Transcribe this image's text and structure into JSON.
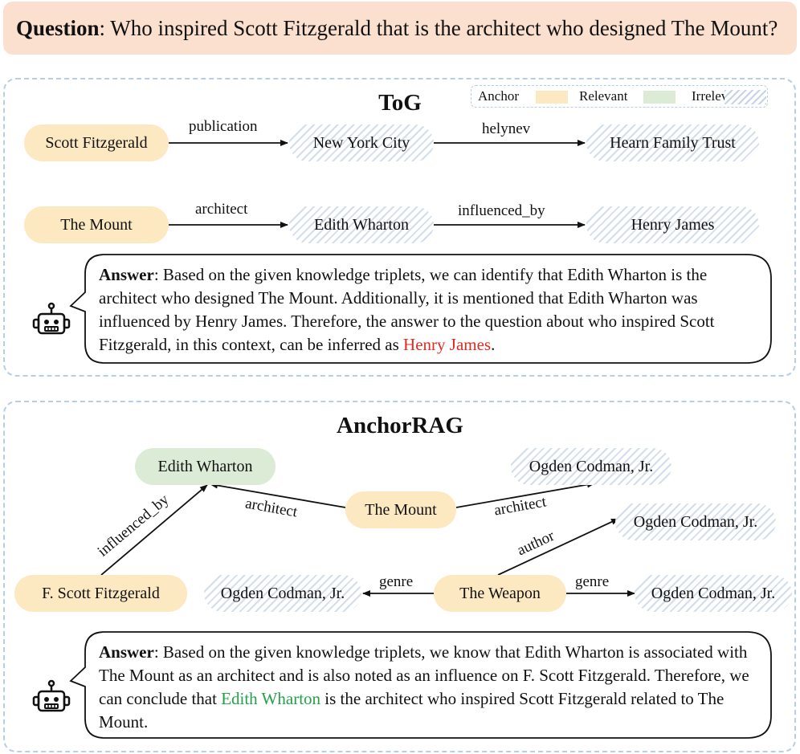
{
  "question": {
    "label": "Question",
    "text": ": Who inspired Scott Fitzgerald that is the architect who designed The Mount?"
  },
  "legend": {
    "anchor": "Anchor",
    "relevant": "Relevant",
    "irrelevant": "Irrelevant"
  },
  "tog": {
    "title": "ToG",
    "nodes": {
      "scott_fitzgerald": "Scott Fitzgerald",
      "new_york_city": "New York City",
      "hearn_family_trust": "Hearn Family Trust",
      "the_mount": "The Mount",
      "edith_wharton": "Edith Wharton",
      "henry_james": "Henry James"
    },
    "edges": {
      "publication": "publication",
      "helynev": "helynev",
      "architect": "architect",
      "influenced_by": "influenced_by"
    },
    "answer": {
      "label": "Answer",
      "text_before": ": Based on the given knowledge triplets, we can identify that Edith Wharton is the architect who designed The Mount. Additionally, it is mentioned that Edith Wharton was influenced by Henry James. Therefore, the answer to the question about who inspired Scott Fitzgerald, in this context, can be inferred as ",
      "highlight": "Henry James",
      "text_after": ".",
      "highlight_color": "#e02b20"
    }
  },
  "anchorrag": {
    "title": "AnchorRAG",
    "nodes": {
      "edith_wharton": "Edith Wharton",
      "ogden_codman_1": "Ogden Codman, Jr.",
      "the_mount": "The Mount",
      "ogden_codman_2": "Ogden Codman, Jr.",
      "f_scott_fitzgerald": "F. Scott Fitzgerald",
      "ogden_codman_3": "Ogden Codman, Jr.",
      "the_weapon": "The Weapon",
      "ogden_codman_4": "Ogden Codman, Jr."
    },
    "edges": {
      "influenced_by": "influenced_by",
      "architect_left": "architect",
      "architect_right": "architect",
      "author": "author",
      "genre_left": "genre",
      "genre_right": "genre"
    },
    "answer": {
      "label": "Answer",
      "text_before": ": Based on the given knowledge triplets, we know that Edith Wharton is associated with The Mount as an architect and is also noted as an influence on F. Scott Fitzgerald. Therefore, we can conclude that ",
      "highlight": "Edith Wharton",
      "text_after": " is the architect who inspired Scott Fitzgerald related to The Mount.",
      "highlight_color": "#24a148"
    }
  },
  "colors": {
    "anchor": "#fce9c2",
    "relevant": "#dcebd6",
    "irrelevant_hatch": "#c5d4e6",
    "question_bg": "#fbe0cf",
    "panel_border": "#b8cde6"
  },
  "icons": [
    "robot-icon"
  ]
}
